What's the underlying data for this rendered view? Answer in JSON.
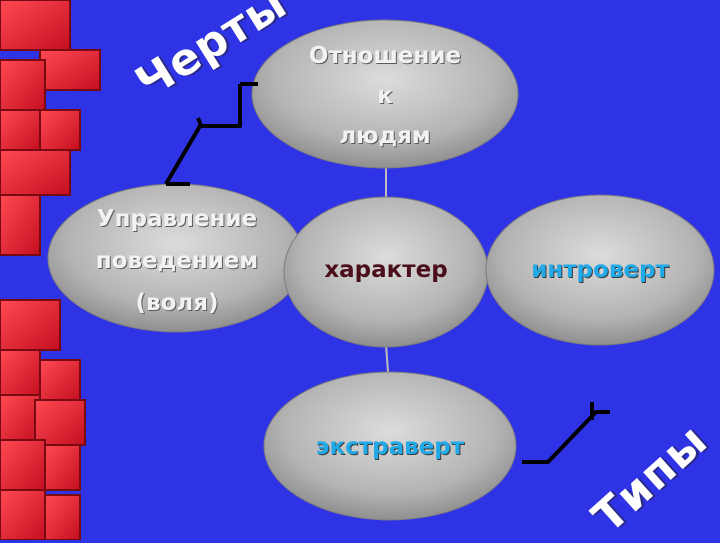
{
  "slide": {
    "background_color": "#2f33e6",
    "decoration_color": "#e8192b"
  },
  "labels": {
    "traits": "Черты",
    "types": "Типы"
  },
  "nodes": {
    "attitude": [
      "Отношение",
      "к",
      "людям"
    ],
    "behavior": [
      "Управление",
      "поведением",
      "(воля)"
    ],
    "character": "характер",
    "introvert": "интроверт",
    "extravert": "экстраверт"
  }
}
